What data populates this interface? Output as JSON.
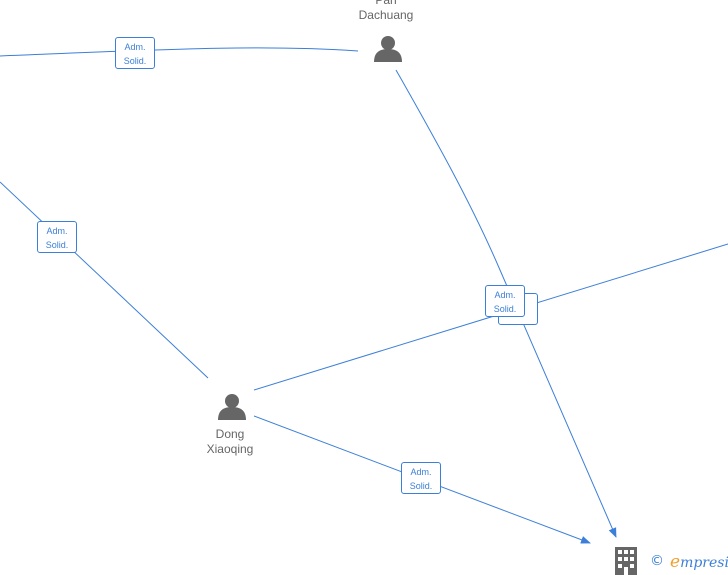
{
  "nodes": {
    "pan": {
      "line1": "Pan",
      "line2": "Dachuang"
    },
    "dong": {
      "line1": "Dong",
      "line2": "Xiaoqing"
    }
  },
  "relation": {
    "line1": "Adm.",
    "line2": "Solid."
  },
  "footer": {
    "copyright": "©",
    "brand_initial": "e",
    "brand_rest": "mpresia"
  },
  "colors": {
    "edge": "#3c7fd8",
    "node": "#666666",
    "brand_accent": "#f0a030"
  },
  "icons": {
    "person": "person-icon",
    "company": "building-icon"
  }
}
